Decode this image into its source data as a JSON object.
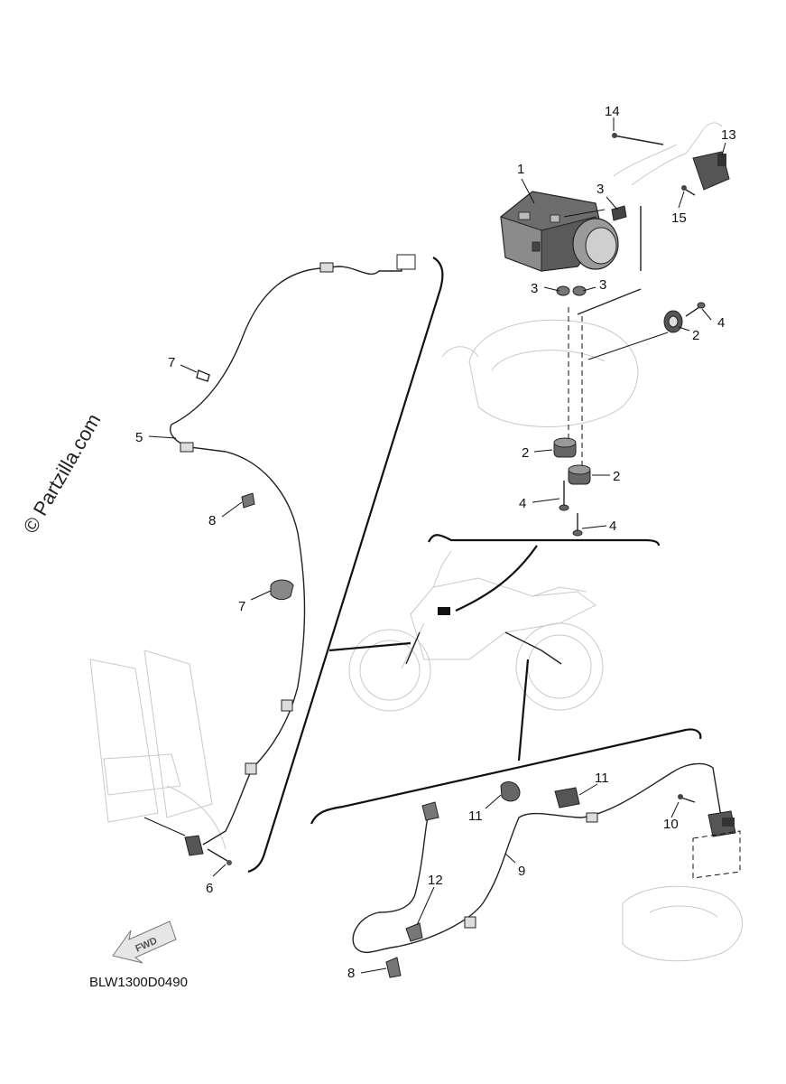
{
  "watermark": "© Partzilla.com",
  "diagram_code": "BLW1300D0490",
  "fwd_label": "FWD",
  "callouts": {
    "c1": "1",
    "c2a": "2",
    "c2b": "2",
    "c2c": "2",
    "c3a": "3",
    "c3b": "3",
    "c3c": "3",
    "c4a": "4",
    "c4b": "4",
    "c4c": "4",
    "c5": "5",
    "c6": "6",
    "c7a": "7",
    "c7b": "7",
    "c8a": "8",
    "c8b": "8",
    "c9": "9",
    "c10": "10",
    "c11a": "11",
    "c11b": "11",
    "c12": "12",
    "c13": "13",
    "c14": "14",
    "c15": "15"
  }
}
